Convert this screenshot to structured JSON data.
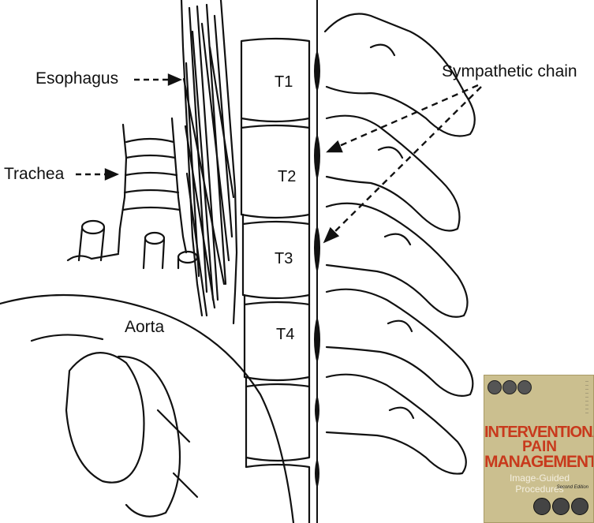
{
  "labels": {
    "esophagus": "Esophagus",
    "trachea": "Trachea",
    "sympathetic_chain": "Sympathetic chain",
    "aorta": "Aorta"
  },
  "vertebrae": [
    "T1",
    "T2",
    "T3",
    "T4"
  ],
  "book": {
    "title_line1": "INTERVENTIONAL",
    "title_line2": "PAIN",
    "title_line3": "MANAGEMENT",
    "subtitle": "Image-Guided Procedures",
    "edition": "Second Edition",
    "accent_color": "#c8391c",
    "cover_color": "#cbbf8f"
  }
}
